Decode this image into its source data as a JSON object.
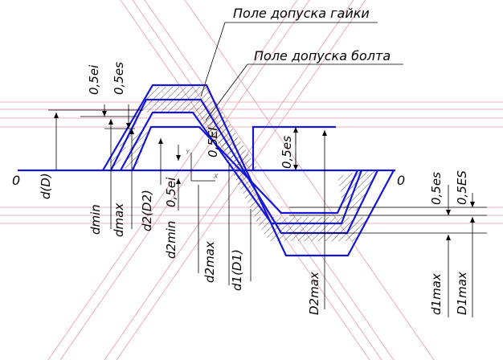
{
  "callouts": {
    "nut_zone": "Поле допуска гайки",
    "bolt_zone": "Поле допуска болта"
  },
  "labels": {
    "zero_left": "0",
    "zero_right": "0",
    "half_ei": "0,5ei",
    "half_es_top": "0,5es",
    "d_D": "d(D)",
    "dmin": "dmin",
    "dmax": "dmax",
    "d2_D2": "d2(D2)",
    "half_ei_mid": "0,5ei",
    "d2min": "d2min",
    "d2max": "d2max",
    "d1_D1": "d1(D1)",
    "half_EI": "0,5EI",
    "half_es_mid": "0,5es",
    "D2max": "D2max",
    "half_es_right": "0,5es",
    "half_ES_right": "0,5ES",
    "d1max": "d1max",
    "D1max": "D1max",
    "axis_y": "Y",
    "axis_x": "X"
  },
  "colors": {
    "profile": "#1515d8",
    "guides": "#e39aa8",
    "lines": "#000000"
  }
}
